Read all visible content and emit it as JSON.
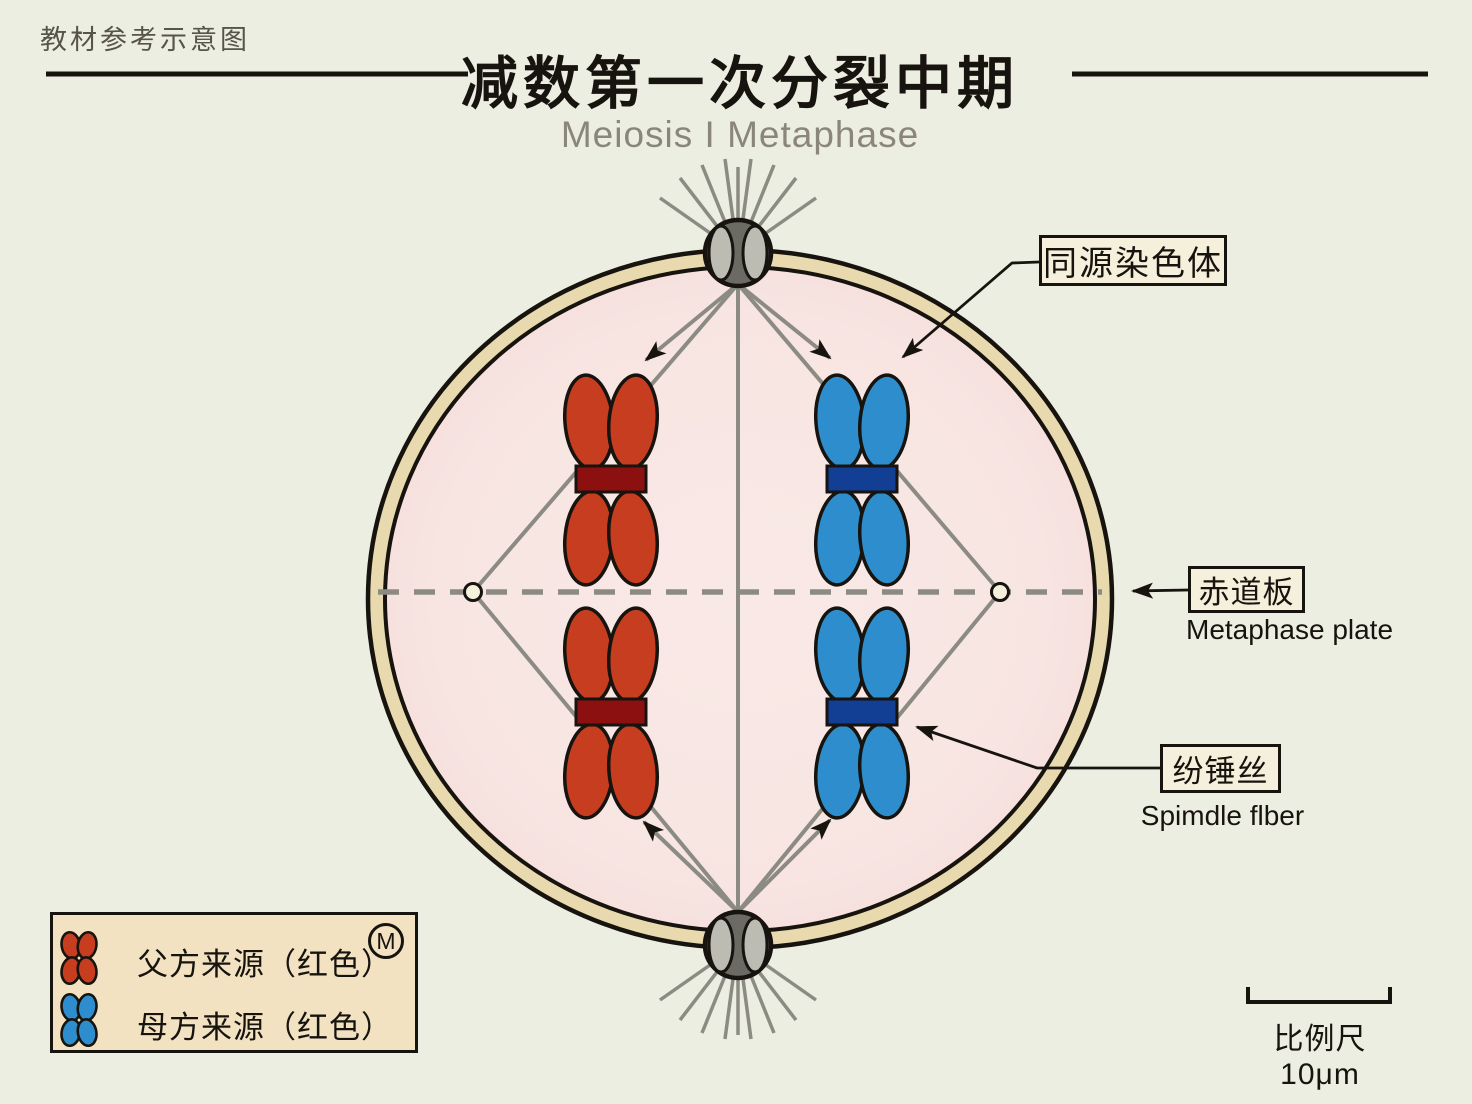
{
  "caption": "教材参考示意图",
  "header": {
    "title": "减数第一次分裂中期",
    "subtitle": "Meiosis I Metaphase"
  },
  "labels": {
    "homologous": {
      "zh": "同源染色体"
    },
    "metaphase_plate": {
      "zh": "赤道板",
      "en": "Metaphase plate"
    },
    "spindle_fiber": {
      "zh": "纷锤丝",
      "en": "Spimdle flber"
    }
  },
  "legend": {
    "paternal_label": "父方来源（红色）",
    "maternal_label": "母方来源（红色）",
    "marker_badge": "M"
  },
  "scale_bar": {
    "text": "比例尺 10μm"
  },
  "icons": {
    "paternal_chromosome": "red-x-chromosome-icon",
    "maternal_chromosome": "blue-x-chromosome-icon"
  },
  "colors": {
    "background": "#edeee2",
    "cell_fill": "#f8e5e2",
    "cell_fill_edge": "#f2dbd8",
    "membrane_tan": "#e9d9ae",
    "outline_black": "#17130e",
    "fiber_gray": "#8b8b83",
    "red_body": "#c63d20",
    "red_band": "#8d1010",
    "blue_body": "#2e8ecd",
    "blue_band": "#123e94",
    "centrosome_dark": "#6b6b64",
    "centrosome_light": "#bcbcb2",
    "label_box_bg": "#f5f0dc",
    "legend_bg": "#f2e2c1"
  }
}
